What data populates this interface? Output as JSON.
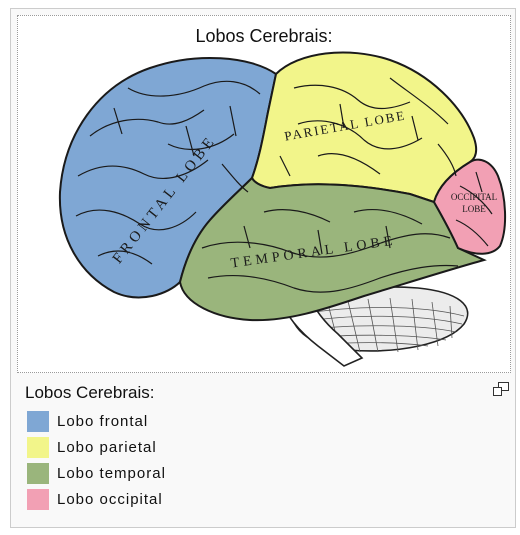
{
  "figure": {
    "title": "Lobos Cerebrais:",
    "caption": "Lobos Cerebrais:",
    "lobe_labels": {
      "frontal": "FRONTAL LOBE",
      "parietal": "PARIETAL LOBE",
      "temporal": "TEMPORAL LOBE",
      "occipital_line1": "OCCIPITAL",
      "occipital_line2": "LOBE"
    }
  },
  "legend": [
    {
      "label": "Lobo frontal",
      "color": "#7fa7d4"
    },
    {
      "label": "Lobo parietal",
      "color": "#f2f58a"
    },
    {
      "label": "Lobo temporal",
      "color": "#9ab57c"
    },
    {
      "label": "Lobo occipital",
      "color": "#f2a0b4"
    }
  ],
  "icons": {
    "magnify": "magnify-icon"
  }
}
